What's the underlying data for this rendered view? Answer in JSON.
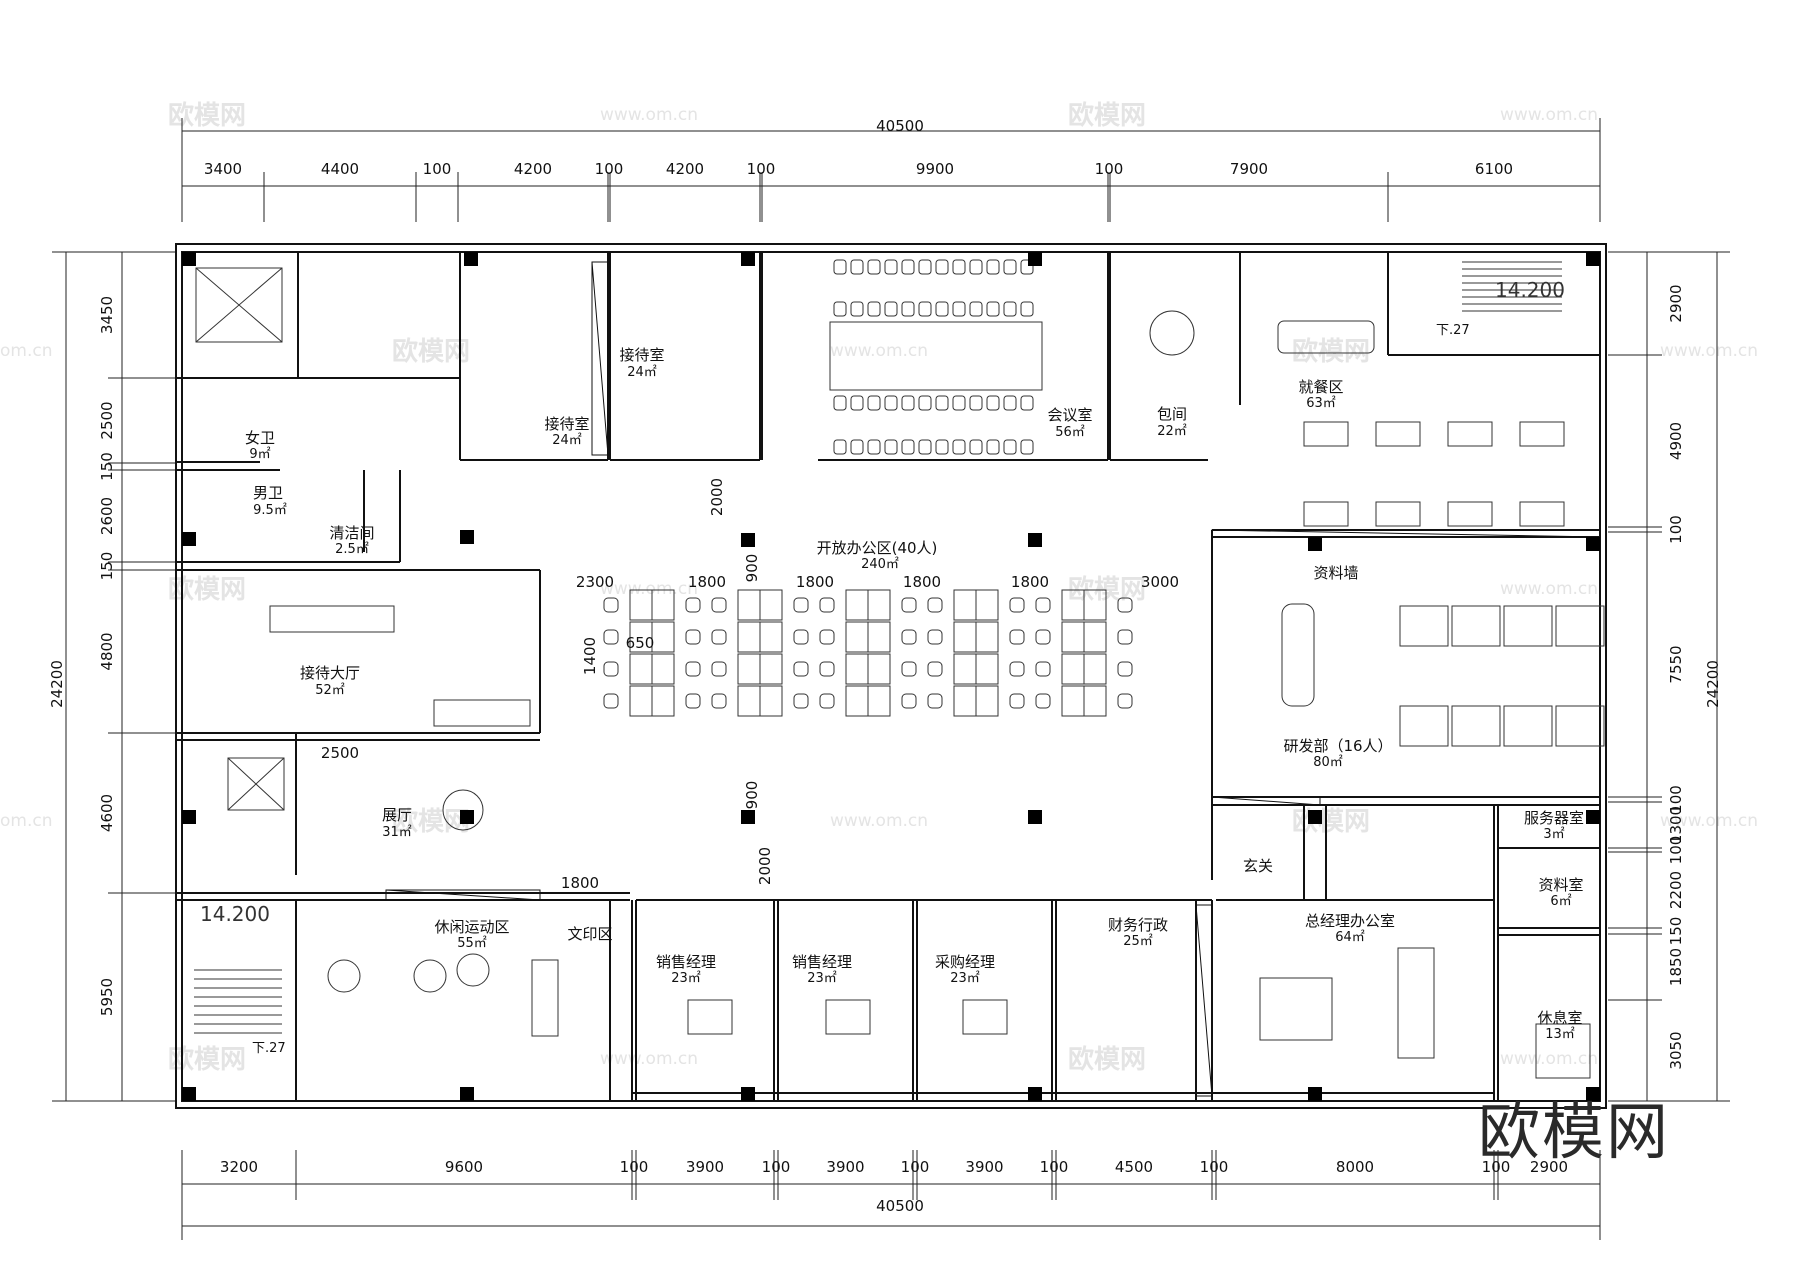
{
  "overall": {
    "width_label": "40500",
    "height_label": "24200",
    "bottom_width_label": "40500"
  },
  "dims_top": [
    "3400",
    "4400",
    "100",
    "4200",
    "100",
    "4200",
    "100",
    "9900",
    "100",
    "7900",
    "6100"
  ],
  "dims_bottom": [
    "3200",
    "9600",
    "100",
    "3900",
    "100",
    "3900",
    "100",
    "3900",
    "100",
    "4500",
    "100",
    "8000",
    "100",
    "2900"
  ],
  "dims_left": [
    "3450",
    "2500",
    "150",
    "2600",
    "150",
    "4800",
    "4600",
    "5950"
  ],
  "dims_right": [
    "2900",
    "4900",
    "100",
    "7550",
    "100",
    "1300",
    "100",
    "2200",
    "150",
    "1850",
    "3050"
  ],
  "inner_dims": [
    "2000",
    "900",
    "2300",
    "1800",
    "1800",
    "1800",
    "1800",
    "3000",
    "1400",
    "650",
    "900",
    "2000",
    "2500",
    "1800"
  ],
  "rooms": [
    {
      "name": "女卫",
      "area": "9㎡"
    },
    {
      "name": "男卫",
      "area": "9.5㎡"
    },
    {
      "name": "清洁间",
      "area": "2.5㎡"
    },
    {
      "name": "接待室",
      "area": "24㎡"
    },
    {
      "name": "接待室",
      "area": "24㎡"
    },
    {
      "name": "会议室",
      "area": "56㎡"
    },
    {
      "name": "包间",
      "area": "22㎡"
    },
    {
      "name": "就餐区",
      "area": "63㎡"
    },
    {
      "name": "开放办公区(40人)",
      "area": "240㎡"
    },
    {
      "name": "资料墙",
      "area": ""
    },
    {
      "name": "接待大厅",
      "area": "52㎡"
    },
    {
      "name": "研发部（16人）",
      "area": "80㎡"
    },
    {
      "name": "展厅",
      "area": "31㎡"
    },
    {
      "name": "服务器室",
      "area": "3㎡"
    },
    {
      "name": "玄关",
      "area": ""
    },
    {
      "name": "资料室",
      "area": "6㎡"
    },
    {
      "name": "休闲运动区",
      "area": "55㎡"
    },
    {
      "name": "文印区",
      "area": ""
    },
    {
      "name": "销售经理",
      "area": "23㎡"
    },
    {
      "name": "销售经理",
      "area": "23㎡"
    },
    {
      "name": "采购经理",
      "area": "23㎡"
    },
    {
      "name": "财务行政",
      "area": "25㎡"
    },
    {
      "name": "总经理办公室",
      "area": "64㎡"
    },
    {
      "name": "休息室",
      "area": "13㎡"
    }
  ],
  "elevations": [
    "14.200",
    "14.200"
  ],
  "stair_notes": [
    "下.27",
    "下.27"
  ],
  "watermark": {
    "brand": "欧模网",
    "url": "www.om.cn",
    "url_partial": "om.cn"
  },
  "logo_text": "欧模网"
}
